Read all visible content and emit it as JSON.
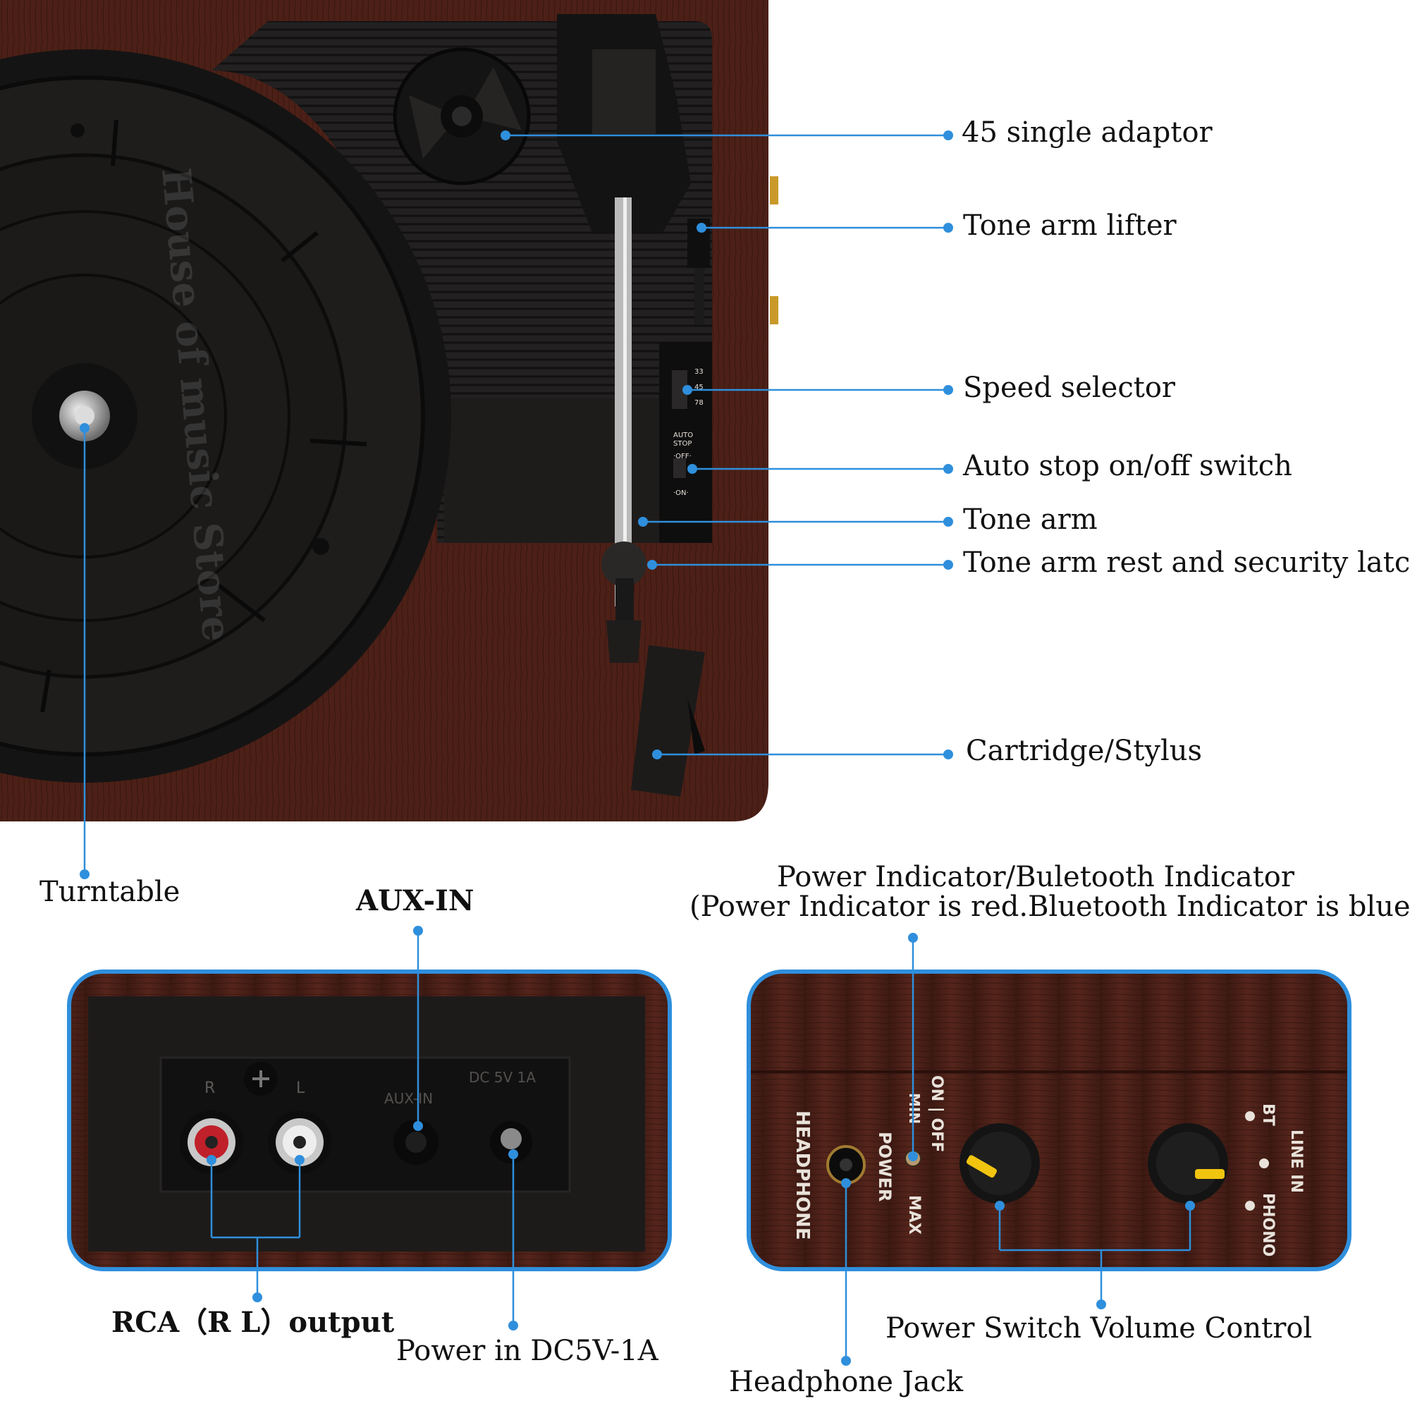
{
  "brand_colors": {
    "callout": "#2f8fdc",
    "wood": "#4a1f17",
    "plastic": "#1c1a19",
    "panel_border": "#2f8fdc",
    "knob_indicator": "#f1c40f"
  },
  "watermark": "House of music Store",
  "callouts": {
    "adaptor": "45 single adaptor",
    "lifter": "Tone arm lifter",
    "speed": "Speed selector",
    "autostop": "Auto stop on/off switch",
    "tonearm": "Tone arm",
    "rest": "Tone arm rest and security latch",
    "cartridge": "Cartridge/Stylus",
    "turntable": "Turntable",
    "auxin": "AUX-IN",
    "indicator_line1": "Power Indicator/Buletooth Indicator",
    "indicator_line2": "(Power Indicator is red.Bluetooth Indicator is blue",
    "rca": "RCA（R L）output",
    "power_in": "Power in DC5V-1A",
    "power_volume": "Power Switch Volume Control",
    "headphone": "Headphone Jack"
  },
  "device_markings": {
    "speed_33": "33",
    "speed_45": "45",
    "speed_78": "78",
    "auto": "AUTO",
    "stop": "STOP",
    "off": "·OFF·",
    "on": "·ON·",
    "rca_r": "R",
    "rca_l": "L",
    "aux_in": "AUX-IN",
    "dc": "DC 5V 1A",
    "headphone": "HEADPHONE",
    "power": "POWER",
    "on_off": "ON | OFF",
    "min": "MIN",
    "max": "MAX",
    "bt": "BT",
    "line_in": "LINE IN",
    "phono": "PHONO"
  }
}
